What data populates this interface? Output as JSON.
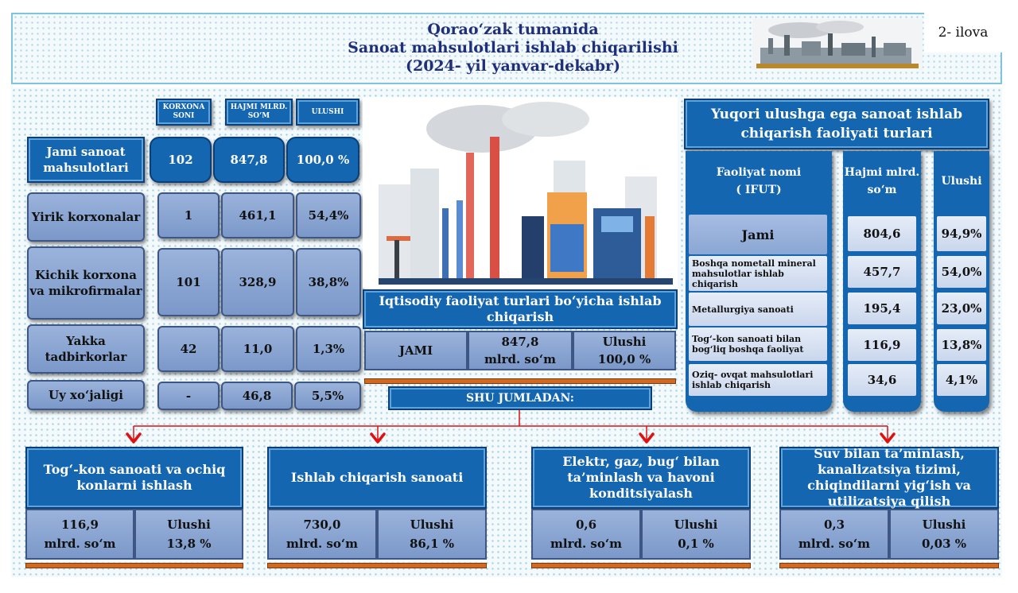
{
  "header": {
    "title_line1": "Qorao‘zak tumanida",
    "title_line2": "Sanoat mahsulotlari ishlab chiqarilishi",
    "title_line3": "(2024- yil yanvar-dekabr)",
    "annex": "2- ilova"
  },
  "left_table": {
    "col_headers": [
      "KORXONA SONI",
      "HAJMI MLRD. SO‘M",
      "ULUSHI"
    ],
    "rows": [
      {
        "label": "Jami sanoat mahsulotlari",
        "count": "102",
        "volume": "847,8",
        "share": "100,0 %"
      },
      {
        "label": "Yirik korxonalar",
        "count": "1",
        "volume": "461,1",
        "share": "54,4%"
      },
      {
        "label": "Kichik korxona va mikrofirmalar",
        "count": "101",
        "volume": "328,9",
        "share": "38,8%"
      },
      {
        "label": "Yakka tadbirkorlar",
        "count": "42",
        "volume": "11,0",
        "share": "1,3%"
      },
      {
        "label": "Uy xo‘jaligi",
        "count": "-",
        "volume": "46,8",
        "share": "5,5%"
      }
    ]
  },
  "middle": {
    "title": "Iqtisodiy faoliyat turlari bo‘yicha ishlab chiqarish",
    "jami": "JAMI",
    "volume_value": "847,8",
    "volume_unit": "mlrd. so‘m",
    "share_label": "Ulushi",
    "share_value": "100,0 %",
    "shu_jumladan": "SHU JUMLADAN:"
  },
  "right_panel": {
    "title": "Yuqori ulushga ega sanoat ishlab chiqarish faoliyati turlari",
    "col1_header_line1": "Faoliyat nomi",
    "col1_header_line2": "( IFUT)",
    "col2_header": "Hajmi mlrd. so‘m",
    "col3_header": "Ulushi",
    "rows": [
      {
        "name": "Jami",
        "volume": "804,6",
        "share": "94,9%"
      },
      {
        "name": "Boshqa nometall mineral mahsulotlar ishlab chiqarish",
        "volume": "457,7",
        "share": "54,0%"
      },
      {
        "name": "Metallurgiya sanoati",
        "volume": "195,4",
        "share": "23,0%"
      },
      {
        "name": "Tog‘-kon sanoati bilan bog‘liq boshqa faoliyat",
        "volume": "116,9",
        "share": "13,8%"
      },
      {
        "name": "Oziq- ovqat mahsulotlari ishlab chiqarish",
        "volume": "34,6",
        "share": "4,1%"
      }
    ]
  },
  "bottom_boxes": [
    {
      "title": "Tog‘-kon sanoati va ochiq konlarni ishlash",
      "value": "116,9",
      "unit": "mlrd. so‘m",
      "share_label": "Ulushi",
      "share": "13,8 %"
    },
    {
      "title": "Ishlab chiqarish sanoati",
      "value": "730,0",
      "unit": "mlrd. so‘m",
      "share_label": "Ulushi",
      "share": "86,1  %"
    },
    {
      "title": "Elektr, gaz, bug‘ bilan ta’minlash va havoni konditsiyalash",
      "value": "0,6",
      "unit": "mlrd. so‘m",
      "share_label": "Ulushi",
      "share": "0,1 %"
    },
    {
      "title": "Suv bilan ta’minlash, kanalizatsiya tizimi, chiqindilarni yig‘ish va utilizatsiya qilish",
      "value": "0,3",
      "unit": "mlrd. so‘m",
      "share_label": "Ulushi",
      "share": "0,03 %"
    }
  ],
  "colors": {
    "dark_blue": "#1466b0",
    "light_blue": "#9ab3db",
    "title_navy": "#1f2f7a",
    "arrow_red": "#e01010",
    "bar_orange": "#d2691e"
  },
  "icons": [
    "factory-skyline-illustration",
    "factory-header-image",
    "red-down-arrow"
  ]
}
